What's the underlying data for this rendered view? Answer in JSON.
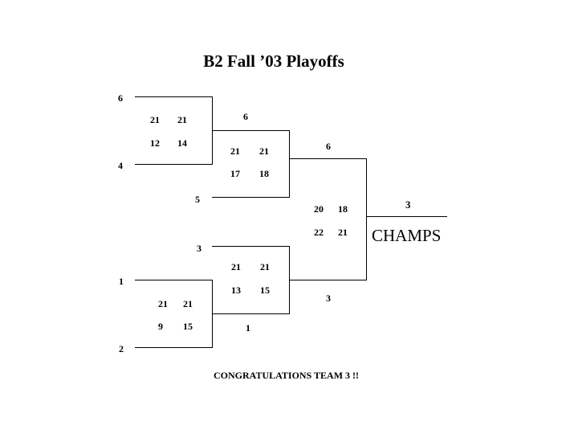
{
  "title": "B2 Fall ’03 Playoffs",
  "footer": "CONGRATULATIONS TEAM 3 !!",
  "champion_label": "CHAMPS",
  "bracket": {
    "round1_top": {
      "team_a": "6",
      "team_b": "4",
      "game1": [
        "21",
        "12"
      ],
      "game2": [
        "21",
        "14"
      ]
    },
    "round1_bottom": {
      "team_a": "1",
      "team_b": "2",
      "game1": [
        "21",
        "9"
      ],
      "game2": [
        "21",
        "15"
      ]
    },
    "semi_top": {
      "team_a": "6",
      "team_b": "5",
      "game1": [
        "21",
        "17"
      ],
      "game2": [
        "21",
        "18"
      ]
    },
    "semi_bottom": {
      "team_a": "3",
      "team_b": "1",
      "game1": [
        "21",
        "13"
      ],
      "game2": [
        "21",
        "15"
      ]
    },
    "final": {
      "team_a": "6",
      "team_b": "3",
      "game1": [
        "20",
        "22"
      ],
      "game2": [
        "18",
        "21"
      ]
    },
    "champion": "3"
  }
}
